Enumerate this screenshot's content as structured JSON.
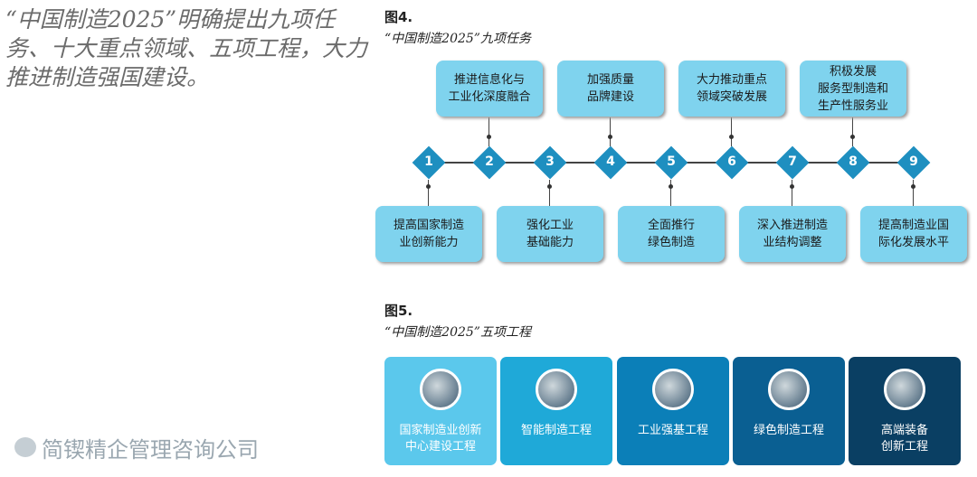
{
  "intro": {
    "text": "“中国制造2025”明确提出九项任务、十大重点领域、五项工程，大力推进制造强国建设。"
  },
  "fig4": {
    "label": "图4.",
    "subtitle": "“中国制造2025”九项任务",
    "tasks": [
      {
        "num": "1",
        "text": "提高国家制造\n业创新能力"
      },
      {
        "num": "2",
        "text": "推进信息化与\n工业化深度融合"
      },
      {
        "num": "3",
        "text": "强化工业\n基础能力"
      },
      {
        "num": "4",
        "text": "加强质量\n品牌建设"
      },
      {
        "num": "5",
        "text": "全面推行\n绿色制造"
      },
      {
        "num": "6",
        "text": "大力推动重点\n领域突破发展"
      },
      {
        "num": "7",
        "text": "深入推进制造\n业结构调整"
      },
      {
        "num": "8",
        "text": "积极发展\n服务型制造和\n生产性服务业"
      },
      {
        "num": "9",
        "text": "提高制造业国\n际化发展水平"
      }
    ]
  },
  "fig5": {
    "label": "图5.",
    "subtitle": "“中国制造2025”五项工程",
    "cards": [
      {
        "text": "国家制造业创新\n中心建设工程",
        "color": "#5bc8ec"
      },
      {
        "text": "智能制造工程",
        "color": "#1fa9d8"
      },
      {
        "text": "工业强基工程",
        "color": "#0b7fb8"
      },
      {
        "text": "绿色制造工程",
        "color": "#0a5f92"
      },
      {
        "text": "高端装备\n创新工程",
        "color": "#0a3f63"
      }
    ]
  },
  "watermark": {
    "text": "简锲精企管理咨询公司",
    "icon": "wechat-icon"
  }
}
